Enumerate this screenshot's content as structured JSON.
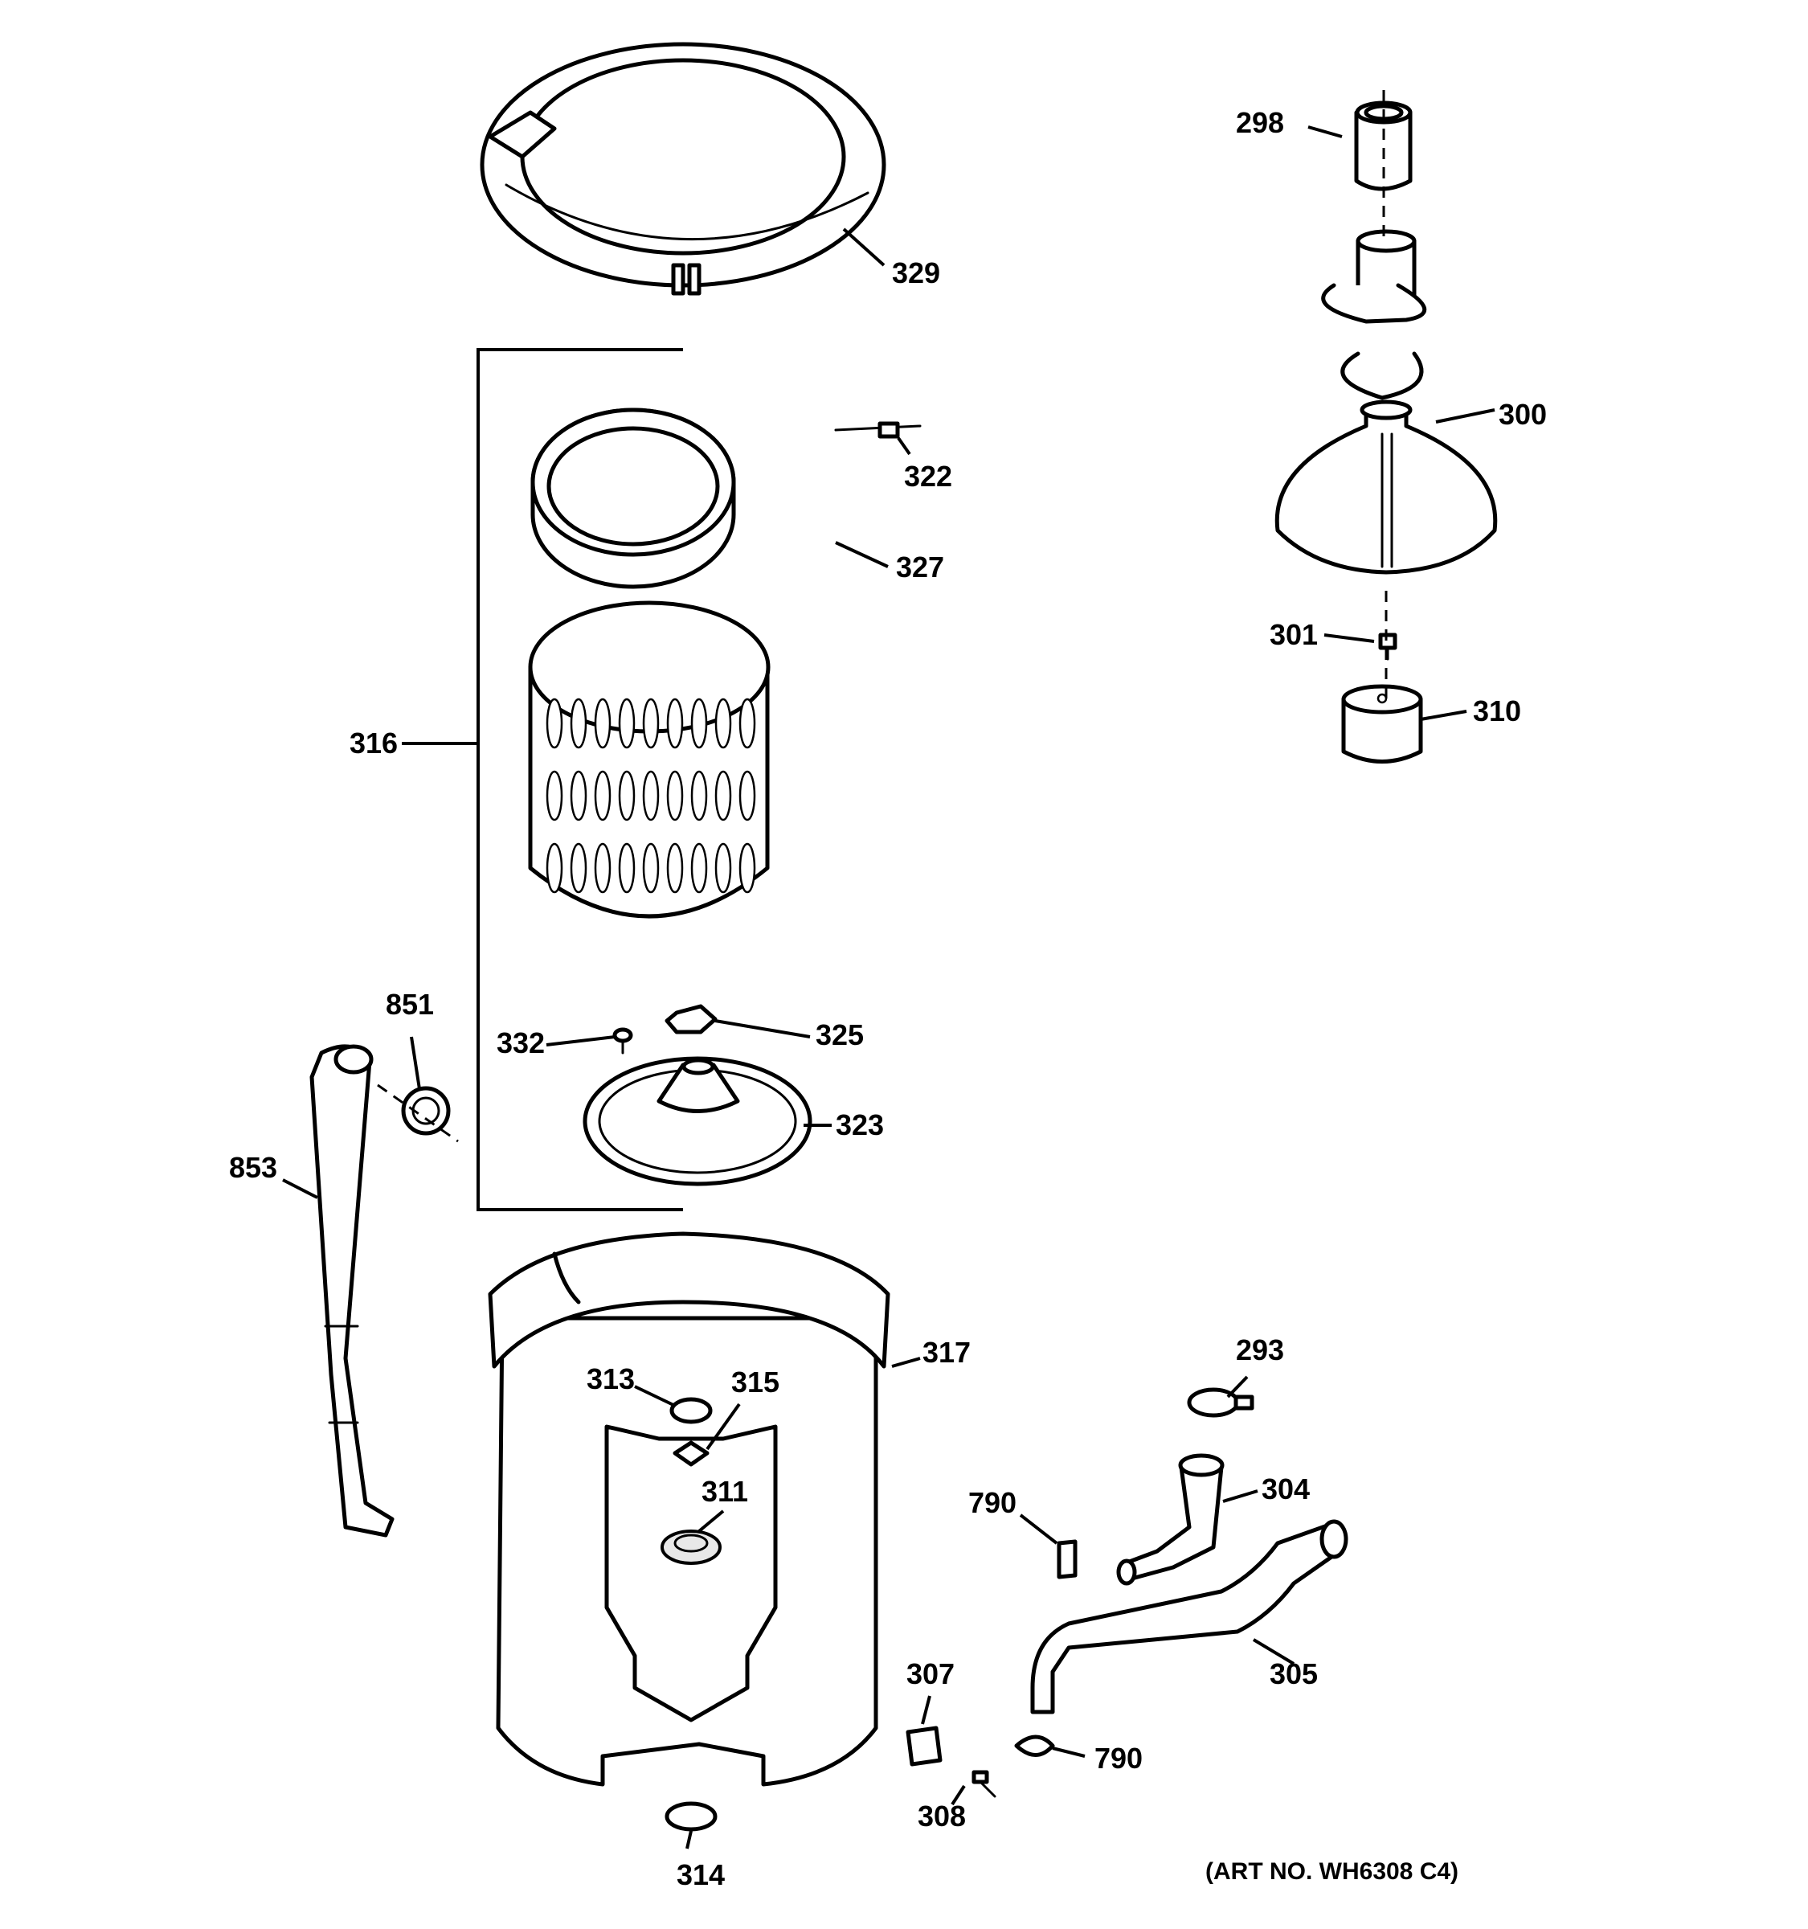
{
  "callouts": {
    "c298": "298",
    "c329": "329",
    "c322": "322",
    "c300": "300",
    "c327": "327",
    "c301": "301",
    "c316": "316",
    "c310": "310",
    "c851": "851",
    "c332": "332",
    "c325": "325",
    "c323": "323",
    "c853": "853",
    "c317": "317",
    "c293": "293",
    "c313": "313",
    "c315": "315",
    "c304": "304",
    "c311": "311",
    "c790a": "790",
    "c305": "305",
    "c307": "307",
    "c790b": "790",
    "c308": "308",
    "c314": "314"
  },
  "art_number": "(ART NO. WH6308 C4)"
}
